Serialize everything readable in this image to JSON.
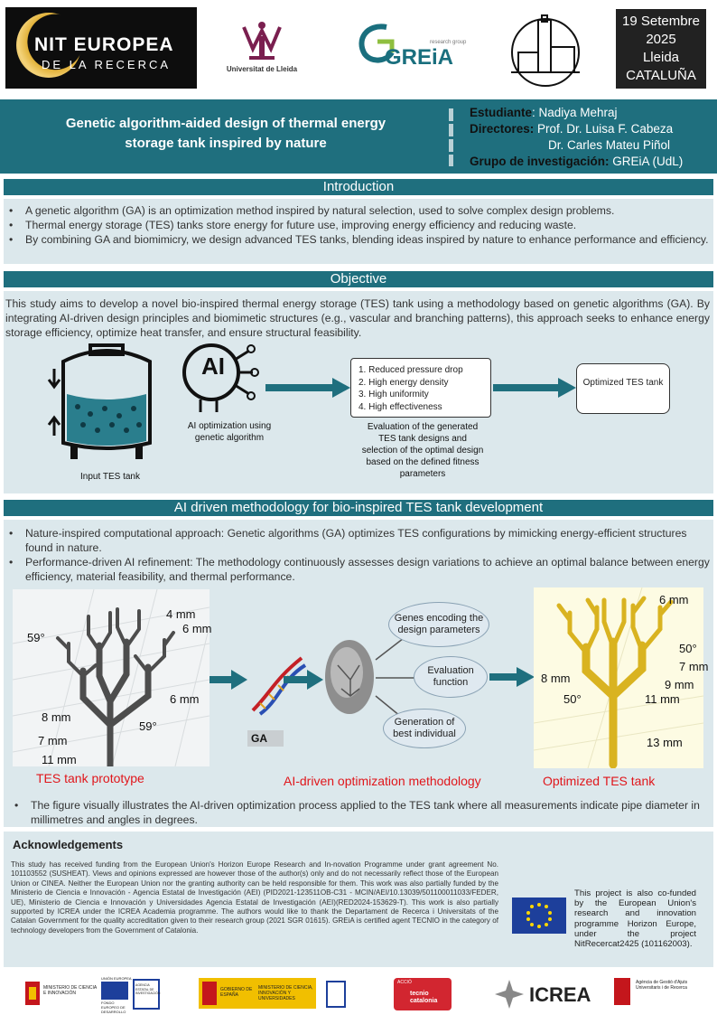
{
  "header": {
    "nit_line1": "NIT EUROPEA",
    "nit_line2": "DE LA RECERCA",
    "udl_caption": "Universitat de Lleida",
    "greia_small": "research group",
    "greia_text": "GREiA",
    "date_lines": [
      "19 Setembre",
      "2025",
      "Lleida",
      "CATALUÑA"
    ]
  },
  "title": {
    "line1": "Genetic algorithm-aided design of thermal energy",
    "line2": "storage tank inspired by nature"
  },
  "meta": {
    "student_label": "Estudiante",
    "student_value": ": Nadiya Mehraj",
    "directors_label": "Directores:",
    "director1": " Prof. Dr. Luisa F. Cabeza",
    "director2": "Dr. Carles Mateu Piñol",
    "group_label": "Grupo de investigación:",
    "group_value": " GREiA (UdL)"
  },
  "introduction": {
    "heading": "Introduction",
    "bullets": [
      "A genetic algorithm (GA) is an optimization method inspired by natural selection, used to solve complex design problems.",
      "Thermal energy storage (TES) tanks store energy for future use, improving energy efficiency and reducing waste.",
      "By combining GA and biomimicry, we design advanced TES tanks, blending ideas inspired by nature to enhance performance and efficiency."
    ]
  },
  "objective": {
    "heading": "Objective",
    "text": "This study aims to develop a novel bio-inspired thermal energy storage (TES) tank using a methodology based on genetic algorithms (GA). By integrating AI-driven design principles and biomimetic structures (e.g., vascular and branching patterns), this approach seeks to enhance energy storage efficiency, optimize heat transfer, and ensure structural feasibility.",
    "input_label": "Input TES tank",
    "ai_icon_text": "AI",
    "ai_label": "AI optimization using genetic algorithm",
    "fitness": [
      "1. Reduced pressure drop",
      "2. High energy density",
      "3. High uniformity",
      "4. High effectiveness"
    ],
    "evaluation_label": "Evaluation of the generated TES tank designs and selection of the optimal design based on the defined fitness parameters",
    "optimized_label": "Optimized TES tank"
  },
  "methodology": {
    "heading": "AI driven methodology for bio-inspired TES tank development",
    "bullets": [
      "Nature-inspired computational approach: Genetic algorithms (GA) optimizes TES configurations by mimicking energy-efficient structures found in nature.",
      "Performance-driven AI refinement: The methodology continuously assesses design variations to achieve an optimal balance between energy efficiency, material feasibility, and thermal performance."
    ],
    "prototype_measures": [
      "4 mm",
      "6 mm",
      "59°",
      "6 mm",
      "8 mm",
      "59°",
      "7 mm",
      "11 mm"
    ],
    "optimized_measures": [
      "6 mm",
      "50°",
      "7 mm",
      "8 mm",
      "9 mm",
      "50°",
      "11 mm",
      "13 mm"
    ],
    "ga_label": "GA",
    "oval_genes": "Genes encoding the design parameters",
    "oval_eval": "Evaluation function",
    "oval_gen": "Generation of best individual",
    "caption_prototype": "TES tank prototype",
    "caption_method": "AI-driven optimization methodology",
    "caption_optimized": "Optimized TES tank",
    "figure_note": "The figure visually illustrates the AI-driven optimization process applied to the TES tank where all measurements indicate pipe diameter in millimetres and angles in degrees."
  },
  "acknowledgements": {
    "heading": "Acknowledgements",
    "text": "This study has received funding from the European Union's Horizon Europe Research and In-novation Programme under grant agreement No. 101103552 (SUSHEAT). Views and opinions expressed are however those of the author(s) only and do not necessarily reflect those of the European Union or CINEA. Neither the European Union nor the granting authority can be held responsible for them. This work was also partially funded by the Ministerio de Ciencia e Innovación - Agencia Estatal de Investigación (AEI) (PID2021-123511OB-C31 - MCIN/AEI/10.13039/501100011033/FEDER, UE), Ministerio de Ciencia e Innovación y Universidades Agencia Estatal de Investigación (AEI)(RED2024-153629-T). This work is also partially supported by ICREA under the ICREA Academia programme. The authors would like to thank the Departament de Recerca i Universitats of the Catalan Government for the quality accreditation given to their research group (2021 SGR 01615). GREiA is certified agent TECNIO in the category of technology developers from the Government of Catalonia.",
    "cofund": "This project is also co-funded by the European Union's research and innovation programme Horizon Europe, under the project NitRecercat2425 (101162003)."
  },
  "footer": {
    "l1a": "MINISTERIO DE CIENCIA E INNOVACIÓN",
    "l1b": "UNIÓN EUROPEA",
    "l1c": "FONDO EUROPEO DE DESARROLLO REGIONAL",
    "l1d": "AGENCIA ESTATAL DE INVESTIGACIÓN",
    "l2a": "GOBIERNO DE ESPAÑA",
    "l2b": "MINISTERIO DE CIENCIA, INNOVACIÓN Y UNIVERSIDADES",
    "l3a": "ACCIÓ",
    "l3b": "tecnio catalonia",
    "l4": "ICREA",
    "l5": "Agència de Gestió d'Ajuts Universitaris i de Recerca"
  },
  "colors": {
    "band": "#1f6f7e",
    "panel": "#dce8ec",
    "caption": "#e0161b"
  }
}
